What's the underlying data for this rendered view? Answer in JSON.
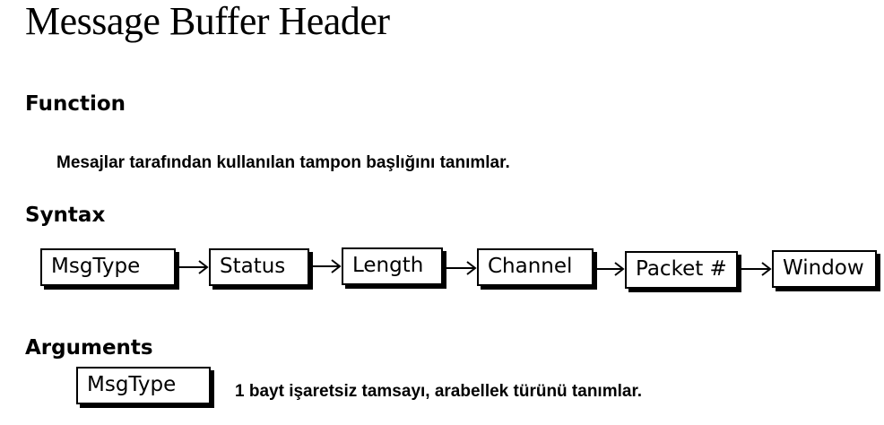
{
  "title": "Message Buffer Header",
  "sections": {
    "function": {
      "heading": "Function",
      "description": "Mesajlar tarafından kullanılan tampon başlığını tanımlar."
    },
    "syntax": {
      "heading": "Syntax",
      "fields": [
        "MsgType",
        "Status",
        "Length",
        "Channel",
        "Packet #",
        "Window"
      ]
    },
    "arguments": {
      "heading": "Arguments",
      "items": [
        {
          "name": "MsgType",
          "description": "1 bayt işaretsiz tamsayı, arabellek türünü tanımlar."
        }
      ]
    }
  }
}
